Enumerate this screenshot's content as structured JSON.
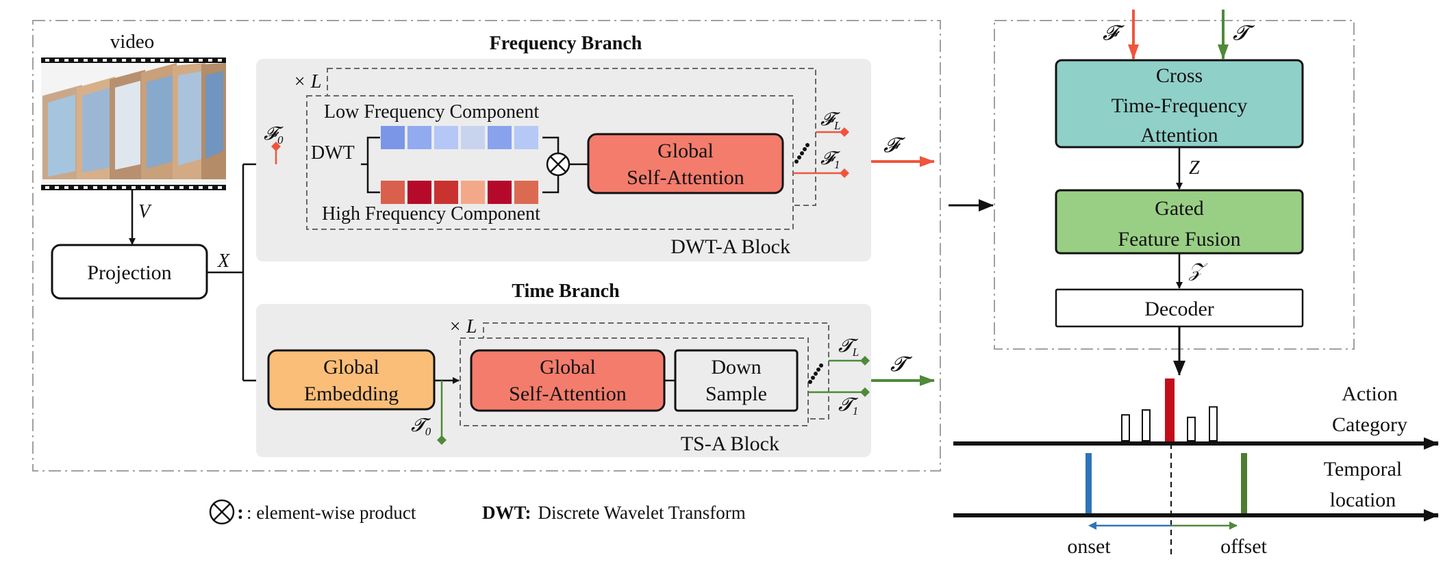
{
  "video_label": "video",
  "v_label": "V",
  "x_label": "X",
  "projection_label": "Projection",
  "frequency_branch": {
    "title": "Frequency Branch",
    "repeat_label": "× L",
    "f0_label": "𝓕",
    "f0_sub": "0",
    "dwt_label": "DWT",
    "low_label": "Low Frequency Component",
    "high_label": "High Frequency Component",
    "low_colors": [
      "#7b96e6",
      "#91aaf0",
      "#b4c7f6",
      "#c8d4ee",
      "#89a2ee",
      "#b6c8f5"
    ],
    "high_colors": [
      "#d9604c",
      "#b50a2a",
      "#c9332f",
      "#f4a88a",
      "#b5092c",
      "#dc6a50"
    ],
    "gsa_label_1": "Global",
    "gsa_label_2": "Self-Attention",
    "fl_label": "𝓕",
    "fl_sub": "L",
    "f1_label": "𝓕",
    "f1_sub": "1",
    "block_label": "DWT-A Block",
    "out_label": "𝓕"
  },
  "time_branch": {
    "title": "Time Branch",
    "repeat_label": "× L",
    "embed_label_1": "Global",
    "embed_label_2": "Embedding",
    "t0_label": "𝓣",
    "t0_sub": "0",
    "gsa_label_1": "Global",
    "gsa_label_2": "Self-Attention",
    "down_label_1": "Down",
    "down_label_2": "Sample",
    "tl_label": "𝓣",
    "tl_sub": "L",
    "t1_label": "𝓣",
    "t1_sub": "1",
    "block_label": "TS-A Block",
    "out_label": "𝓣"
  },
  "right_panel": {
    "f_in_label": "𝓕",
    "t_in_label": "𝓣",
    "cross_1": "Cross",
    "cross_2": "Time-Frequency",
    "cross_3": "Attention",
    "z_label": "Z",
    "gated_1": "Gated",
    "gated_2": "Feature Fusion",
    "zcal_label": "𝒵",
    "decoder_label": "Decoder"
  },
  "output": {
    "action_1": "Action",
    "action_2": "Category",
    "temporal_1": "Temporal",
    "temporal_2": "location",
    "onset_label": "onset",
    "offset_label": "offset",
    "bar_levels": [
      0.42,
      0.5,
      1.0,
      0.38,
      0.55
    ]
  },
  "legend": {
    "product_desc": ": element-wise product",
    "dwt_key": "DWT:",
    "dwt_desc": "Discrete Wavelet Transform"
  },
  "colors": {
    "frequency_arrow": "#f0543c",
    "time_arrow": "#4e8a38",
    "gsa_fill": "#f47c6c",
    "embedding_fill": "#fbbe78",
    "cross_fill": "#8fd0c8",
    "gated_fill": "#99cf85",
    "onset_bar": "#2f74b8",
    "offset_bar": "#4e7c32",
    "peak_bar": "#c30d1a"
  }
}
